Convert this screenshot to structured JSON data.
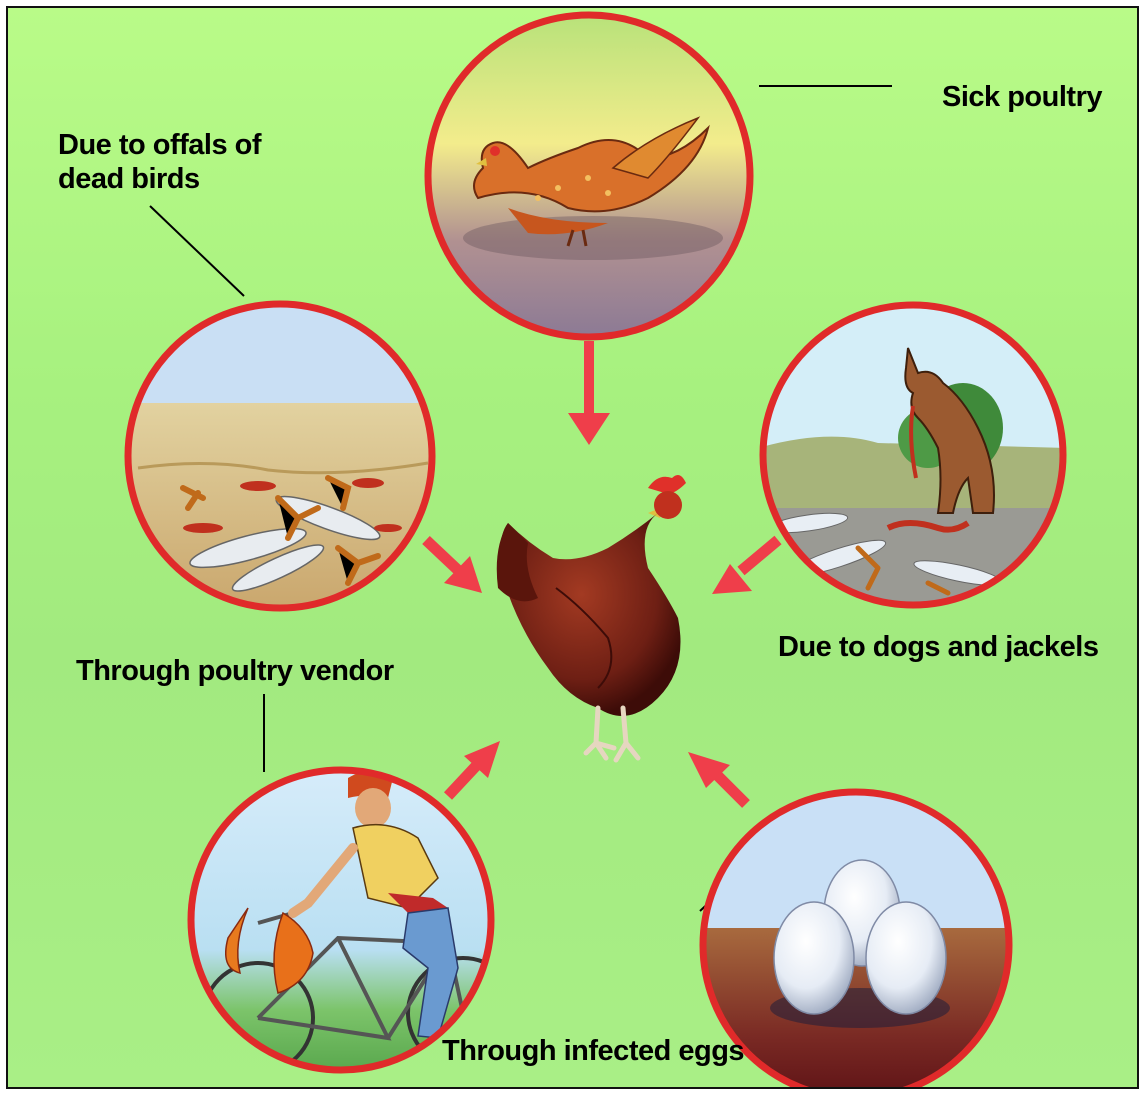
{
  "center": {
    "name": "healthy-hen"
  },
  "sources": [
    {
      "id": "sick-poultry",
      "label": "Sick poultry"
    },
    {
      "id": "offals",
      "label_line1": "Due to offals of",
      "label_line2": "dead birds"
    },
    {
      "id": "dogs",
      "label": "Due to dogs and jackels"
    },
    {
      "id": "vendor",
      "label": "Through poultry vendor"
    },
    {
      "id": "eggs",
      "label": "Through infected eggs"
    }
  ],
  "colors": {
    "background": "#a8f080",
    "circle_border": "#e02a2a",
    "arrow": "#ef3e4a",
    "hen_body": "#7a2418",
    "comb": "#e0302a"
  }
}
